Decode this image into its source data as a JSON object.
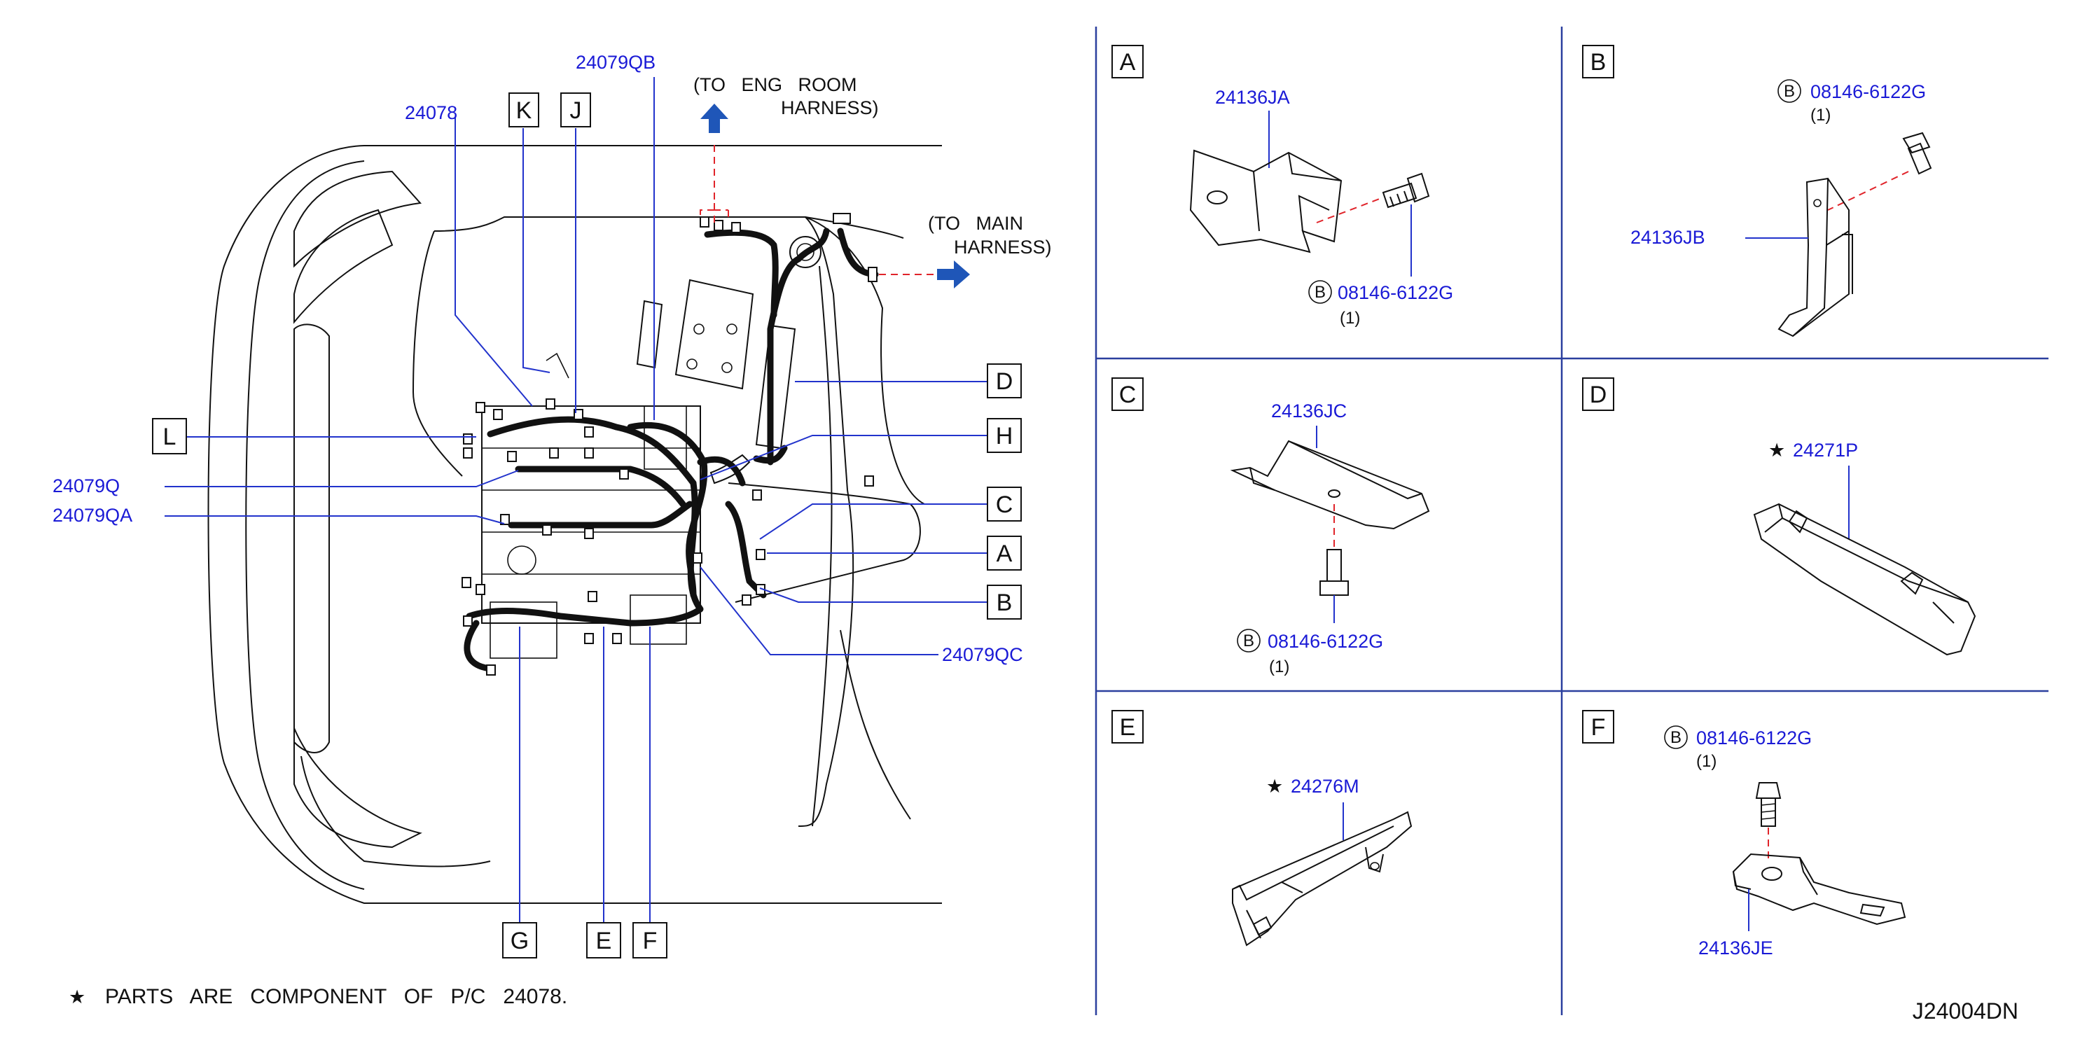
{
  "main": {
    "labels": {
      "p24078": "24078",
      "p24079QB": "24079QB",
      "p24079Q": "24079Q",
      "p24079QA": "24079QA",
      "p24079QC": "24079QC"
    },
    "callouts": {
      "K": "K",
      "J": "J",
      "L": "L",
      "D": "D",
      "H": "H",
      "C": "C",
      "A": "A",
      "B": "B",
      "G": "G",
      "E": "E",
      "F": "F"
    },
    "to_eng": {
      "line1": "(TO   ENG   ROOM",
      "line2": "HARNESS)"
    },
    "to_main": {
      "line1": "(TO   MAIN",
      "line2": "HARNESS)"
    },
    "footnote": "PARTS   ARE   COMPONENT   OF   P/C   24078.",
    "star": "★"
  },
  "panels": {
    "A": {
      "letter": "A",
      "part": "24136JA",
      "bolt_letter": "B",
      "bolt": "08146-6122G",
      "qty": "(1)"
    },
    "B": {
      "letter": "B",
      "part": "24136JB",
      "bolt_letter": "B",
      "bolt": "08146-6122G",
      "qty": "(1)"
    },
    "C": {
      "letter": "C",
      "part": "24136JC",
      "bolt_letter": "B",
      "bolt": "08146-6122G",
      "qty": "(1)"
    },
    "D": {
      "letter": "D",
      "part": "24271P",
      "star": "★"
    },
    "E": {
      "letter": "E",
      "part": "24276M",
      "star": "★"
    },
    "F": {
      "letter": "F",
      "part": "24136JE",
      "bolt_letter": "B",
      "bolt": "08146-6122G",
      "qty": "(1)"
    }
  },
  "drawing_code": "J24004DN",
  "colors": {
    "part_number": "#1a1ad6",
    "leader": "#2233cc",
    "dashed_link": "#e0242a",
    "arrow": "#1f56b8",
    "divider": "#2b3f9e"
  }
}
